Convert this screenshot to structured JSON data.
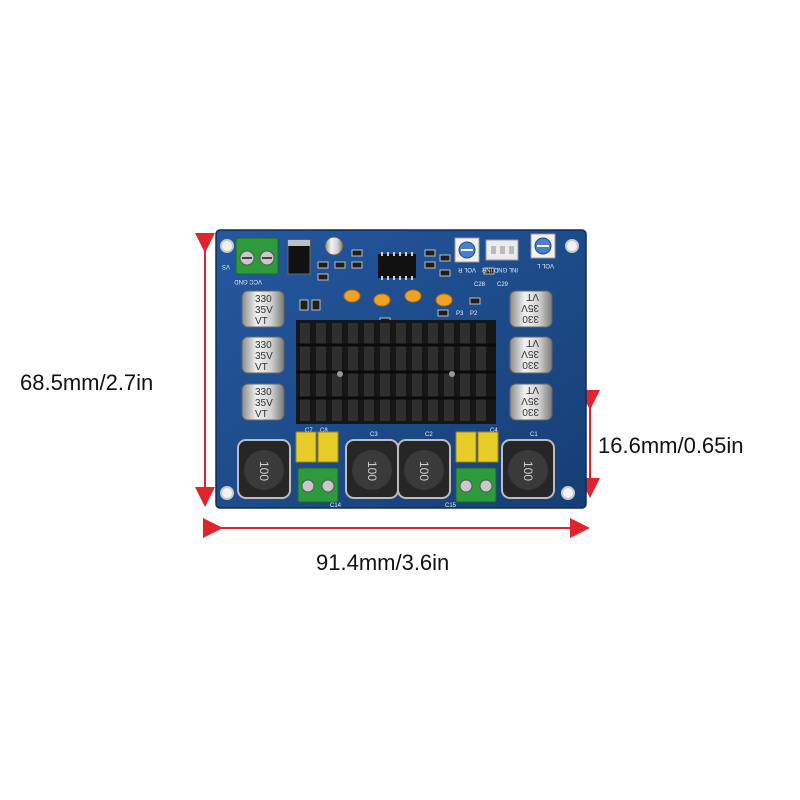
{
  "dimensions": {
    "height": "68.5mm/2.7in",
    "width": "91.4mm/3.6in",
    "component_height": "16.6mm/0.65in"
  },
  "board": {
    "capacitor_labels": [
      "330",
      "35V",
      "VT"
    ],
    "inductor_label": "100",
    "silkscreen": [
      "VS",
      "VCC GND",
      "VOL R",
      "INL GND INR",
      "VOL L",
      "C28",
      "C29",
      "C7",
      "C8",
      "C14",
      "C15",
      "C3",
      "C2",
      "C1",
      "C4",
      "P2",
      "P3"
    ]
  },
  "colors": {
    "arrow": "#e0242c",
    "pcb": "#1c4a86",
    "heatsink": "#1a1a1a",
    "terminal": "#2f9a3c",
    "film_cap": "#e8cc2a"
  }
}
